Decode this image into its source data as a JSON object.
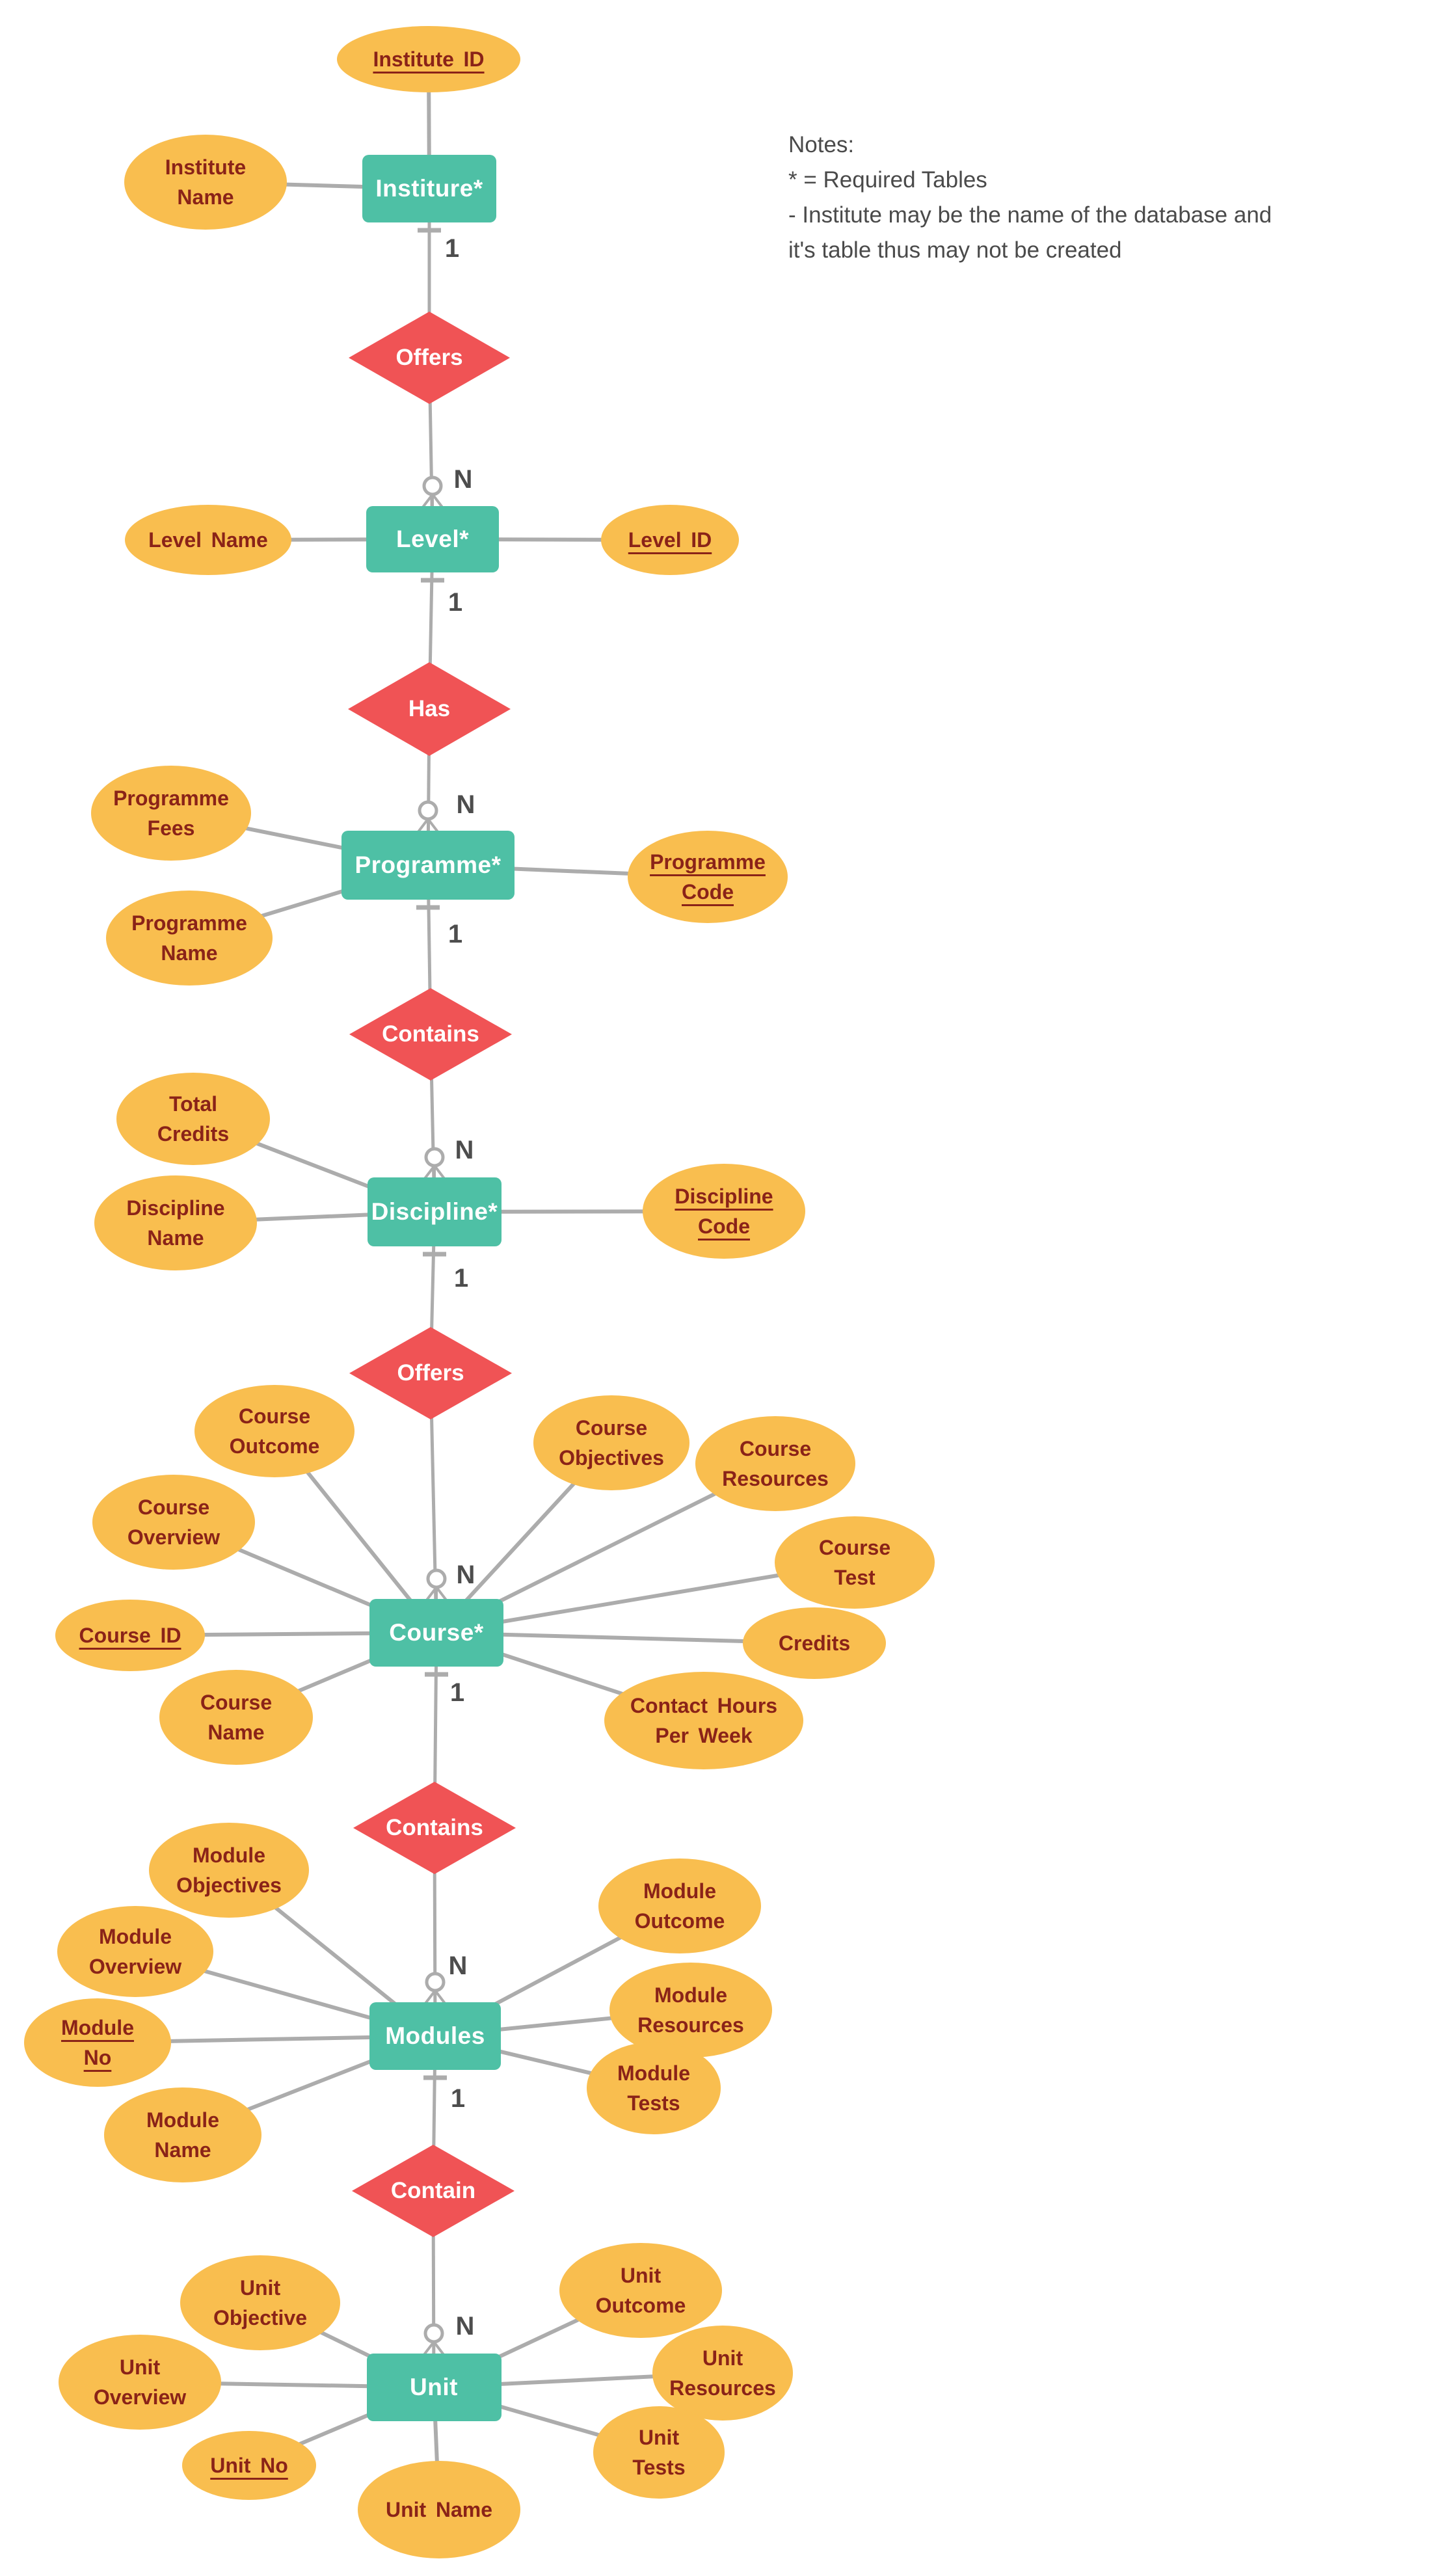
{
  "notes": {
    "lines": [
      "Notes:",
      "* = Required Tables",
      "- Institute may be the name of the database and",
      "it's table thus may not be created"
    ]
  },
  "colors": {
    "entity_fill": "#4EC0A5",
    "entity_text": "#FFFFFF",
    "relationship_fill": "#F05355",
    "relationship_text": "#FFFFFF",
    "attribute_fill": "#F9BE4F",
    "attribute_text": "#8A2318",
    "line": "#ACACAC",
    "cardinality_text": "#4D4D4D",
    "notes_text": "#4A4A4A"
  },
  "nodes": [
    {
      "id": "entity-institute",
      "type": "entity",
      "label": "Institure*"
    },
    {
      "id": "entity-level",
      "type": "entity",
      "label": "Level*"
    },
    {
      "id": "entity-programme",
      "type": "entity",
      "label": "Programme*"
    },
    {
      "id": "entity-discipline",
      "type": "entity",
      "label": "Discipline*"
    },
    {
      "id": "entity-course",
      "type": "entity",
      "label": "Course*"
    },
    {
      "id": "entity-modules",
      "type": "entity",
      "label": "Modules"
    },
    {
      "id": "entity-unit",
      "type": "entity",
      "label": "Unit"
    },
    {
      "id": "rel-offers-institute-level",
      "type": "relationship",
      "label": "Offers"
    },
    {
      "id": "rel-has-level-programme",
      "type": "relationship",
      "label": "Has"
    },
    {
      "id": "rel-contains-programme-discipline",
      "type": "relationship",
      "label": "Contains"
    },
    {
      "id": "rel-offers-discipline-course",
      "type": "relationship",
      "label": "Offers"
    },
    {
      "id": "rel-contains-course-modules",
      "type": "relationship",
      "label": "Contains"
    },
    {
      "id": "rel-contain-modules-unit",
      "type": "relationship",
      "label": "Contain"
    },
    {
      "id": "attr-institute-id",
      "type": "attribute",
      "label": "Institute ID",
      "key": true
    },
    {
      "id": "attr-institute-name",
      "type": "attribute",
      "label": "Institute\nName"
    },
    {
      "id": "attr-level-name",
      "type": "attribute",
      "label": "Level Name"
    },
    {
      "id": "attr-level-id",
      "type": "attribute",
      "label": "Level ID",
      "key": true
    },
    {
      "id": "attr-programme-fees",
      "type": "attribute",
      "label": "Programme\nFees"
    },
    {
      "id": "attr-programme-name",
      "type": "attribute",
      "label": "Programme\nName"
    },
    {
      "id": "attr-programme-code",
      "type": "attribute",
      "label": "Programme\nCode",
      "key": true
    },
    {
      "id": "attr-total-credits",
      "type": "attribute",
      "label": "Total\nCredits"
    },
    {
      "id": "attr-discipline-name",
      "type": "attribute",
      "label": "Discipline\nName"
    },
    {
      "id": "attr-discipline-code",
      "type": "attribute",
      "label": "Discipline\nCode",
      "key": true
    },
    {
      "id": "attr-course-outcome",
      "type": "attribute",
      "label": "Course\nOutcome"
    },
    {
      "id": "attr-course-objectives",
      "type": "attribute",
      "label": "Course\nObjectives"
    },
    {
      "id": "attr-course-resources",
      "type": "attribute",
      "label": "Course\nResources"
    },
    {
      "id": "attr-course-overview",
      "type": "attribute",
      "label": "Course\nOverview"
    },
    {
      "id": "attr-course-test",
      "type": "attribute",
      "label": "Course\nTest"
    },
    {
      "id": "attr-course-id",
      "type": "attribute",
      "label": "Course ID",
      "key": true
    },
    {
      "id": "attr-credits",
      "type": "attribute",
      "label": "Credits"
    },
    {
      "id": "attr-course-name",
      "type": "attribute",
      "label": "Course\nName"
    },
    {
      "id": "attr-contact-hours-per-week",
      "type": "attribute",
      "label": "Contact Hours\nPer Week"
    },
    {
      "id": "attr-module-objectives",
      "type": "attribute",
      "label": "Module\nObjectives"
    },
    {
      "id": "attr-module-outcome",
      "type": "attribute",
      "label": "Module\nOutcome"
    },
    {
      "id": "attr-module-overview",
      "type": "attribute",
      "label": "Module\nOverview"
    },
    {
      "id": "attr-module-no",
      "type": "attribute",
      "label": "Module\nNo",
      "key": true
    },
    {
      "id": "attr-module-resources",
      "type": "attribute",
      "label": "Module\nResources"
    },
    {
      "id": "attr-module-tests",
      "type": "attribute",
      "label": "Module\nTests"
    },
    {
      "id": "attr-module-name",
      "type": "attribute",
      "label": "Module\nName"
    },
    {
      "id": "attr-unit-objective",
      "type": "attribute",
      "label": "Unit\nObjective"
    },
    {
      "id": "attr-unit-outcome",
      "type": "attribute",
      "label": "Unit\nOutcome"
    },
    {
      "id": "attr-unit-overview",
      "type": "attribute",
      "label": "Unit\nOverview"
    },
    {
      "id": "attr-unit-resources",
      "type": "attribute",
      "label": "Unit\nResources"
    },
    {
      "id": "attr-unit-no",
      "type": "attribute",
      "label": "Unit No",
      "key": true
    },
    {
      "id": "attr-unit-tests",
      "type": "attribute",
      "label": "Unit\nTests"
    },
    {
      "id": "attr-unit-name",
      "type": "attribute",
      "label": "Unit Name"
    },
    {
      "id": "card-institute-1",
      "type": "cardinality",
      "label": "1"
    },
    {
      "id": "card-level-n",
      "type": "cardinality",
      "label": "N"
    },
    {
      "id": "card-level-1",
      "type": "cardinality",
      "label": "1"
    },
    {
      "id": "card-programme-n",
      "type": "cardinality",
      "label": "N"
    },
    {
      "id": "card-programme-1",
      "type": "cardinality",
      "label": "1"
    },
    {
      "id": "card-discipline-n",
      "type": "cardinality",
      "label": "N"
    },
    {
      "id": "card-discipline-1",
      "type": "cardinality",
      "label": "1"
    },
    {
      "id": "card-course-n",
      "type": "cardinality",
      "label": "N"
    },
    {
      "id": "card-course-1",
      "type": "cardinality",
      "label": "1"
    },
    {
      "id": "card-modules-n",
      "type": "cardinality",
      "label": "N"
    },
    {
      "id": "card-modules-1",
      "type": "cardinality",
      "label": "1"
    },
    {
      "id": "card-unit-n",
      "type": "cardinality",
      "label": "N"
    }
  ],
  "edges": [
    [
      "attr-institute-id",
      "entity-institute"
    ],
    [
      "attr-institute-name",
      "entity-institute"
    ],
    [
      "entity-institute",
      "rel-offers-institute-level"
    ],
    [
      "rel-offers-institute-level",
      "entity-level"
    ],
    [
      "attr-level-name",
      "entity-level"
    ],
    [
      "attr-level-id",
      "entity-level"
    ],
    [
      "entity-level",
      "rel-has-level-programme"
    ],
    [
      "rel-has-level-programme",
      "entity-programme"
    ],
    [
      "attr-programme-fees",
      "entity-programme"
    ],
    [
      "attr-programme-name",
      "entity-programme"
    ],
    [
      "attr-programme-code",
      "entity-programme"
    ],
    [
      "entity-programme",
      "rel-contains-programme-discipline"
    ],
    [
      "rel-contains-programme-discipline",
      "entity-discipline"
    ],
    [
      "attr-total-credits",
      "entity-discipline"
    ],
    [
      "attr-discipline-name",
      "entity-discipline"
    ],
    [
      "attr-discipline-code",
      "entity-discipline"
    ],
    [
      "entity-discipline",
      "rel-offers-discipline-course"
    ],
    [
      "rel-offers-discipline-course",
      "entity-course"
    ],
    [
      "attr-course-outcome",
      "entity-course"
    ],
    [
      "attr-course-objectives",
      "entity-course"
    ],
    [
      "attr-course-resources",
      "entity-course"
    ],
    [
      "attr-course-overview",
      "entity-course"
    ],
    [
      "attr-course-test",
      "entity-course"
    ],
    [
      "attr-course-id",
      "entity-course"
    ],
    [
      "attr-credits",
      "entity-course"
    ],
    [
      "attr-course-name",
      "entity-course"
    ],
    [
      "attr-contact-hours-per-week",
      "entity-course"
    ],
    [
      "entity-course",
      "rel-contains-course-modules"
    ],
    [
      "rel-contains-course-modules",
      "entity-modules"
    ],
    [
      "attr-module-objectives",
      "entity-modules"
    ],
    [
      "attr-module-outcome",
      "entity-modules"
    ],
    [
      "attr-module-overview",
      "entity-modules"
    ],
    [
      "attr-module-no",
      "entity-modules"
    ],
    [
      "attr-module-resources",
      "entity-modules"
    ],
    [
      "attr-module-tests",
      "entity-modules"
    ],
    [
      "attr-module-name",
      "entity-modules"
    ],
    [
      "entity-modules",
      "rel-contain-modules-unit"
    ],
    [
      "rel-contain-modules-unit",
      "entity-unit"
    ],
    [
      "attr-unit-objective",
      "entity-unit"
    ],
    [
      "attr-unit-outcome",
      "entity-unit"
    ],
    [
      "attr-unit-overview",
      "entity-unit"
    ],
    [
      "attr-unit-resources",
      "entity-unit"
    ],
    [
      "attr-unit-no",
      "entity-unit"
    ],
    [
      "attr-unit-tests",
      "entity-unit"
    ],
    [
      "attr-unit-name",
      "entity-unit"
    ]
  ]
}
